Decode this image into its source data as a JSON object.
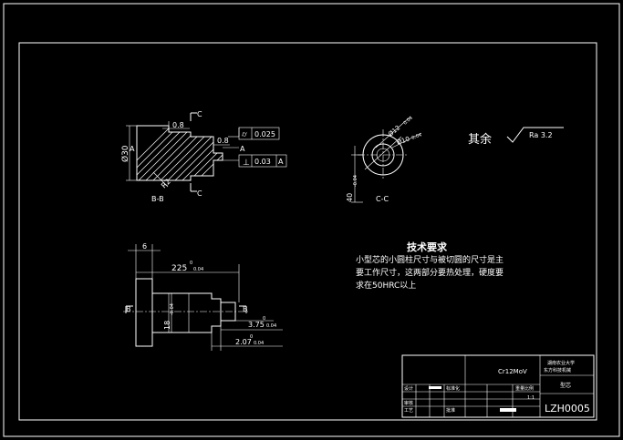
{
  "section_bb": {
    "label": "B-B",
    "dim_dia": "Ø30",
    "dim_chamfer_top": "0.8",
    "dim_chamfer_mid": "0.8",
    "dim_r": "R2",
    "cut_mark": "C",
    "fcf1_sym": "⌭",
    "fcf1_val": "0.025",
    "fcf2_sym": "⊥",
    "fcf2_val": "0.03",
    "fcf2_ref": "A",
    "datum": "A"
  },
  "section_cc": {
    "label": "C-C",
    "dim_a": "Ø12",
    "dim_b": "Ø10",
    "dim_h": "40",
    "tol_a": "0.04",
    "tol_b": "0.04",
    "tol_h": "-0.04"
  },
  "roughness": {
    "prefix": "其余",
    "value": "Ra 3.2"
  },
  "main_view": {
    "dim_top": "6",
    "dim_len": "225",
    "dim_len_tol": "0.04",
    "dim_len_tol_up": "0",
    "dim_dia": "18",
    "dim_dia_tol": "-0.04",
    "dim_dia_tol_up": "0",
    "dim_right1": "3.75",
    "dim_right1_tol": "0.04",
    "dim_right1_tol_up": "0",
    "dim_right2": "2.07",
    "dim_right2_tol": "0.04",
    "dim_right2_tol_up": "0",
    "cut_mark": "B"
  },
  "tech_notes": {
    "title": "技术要求",
    "line1": "小型芯的小圆柱尺寸与被切圆的尺寸是主",
    "line2": "要工作尺寸，这两部分要热处理，硬度要",
    "line3": "求在50HRC以上"
  },
  "title_block": {
    "material": "Cr12MoV",
    "school_1": "湖南农业大学",
    "school_2": "东方科技机械",
    "part_name": "型芯",
    "scale_label": "重量比例",
    "scale_value": "1:1",
    "drawing_no": "LZH0005",
    "design": "设计",
    "standard": "标准化",
    "review": "审核",
    "process": "工艺",
    "approve": "批准"
  }
}
